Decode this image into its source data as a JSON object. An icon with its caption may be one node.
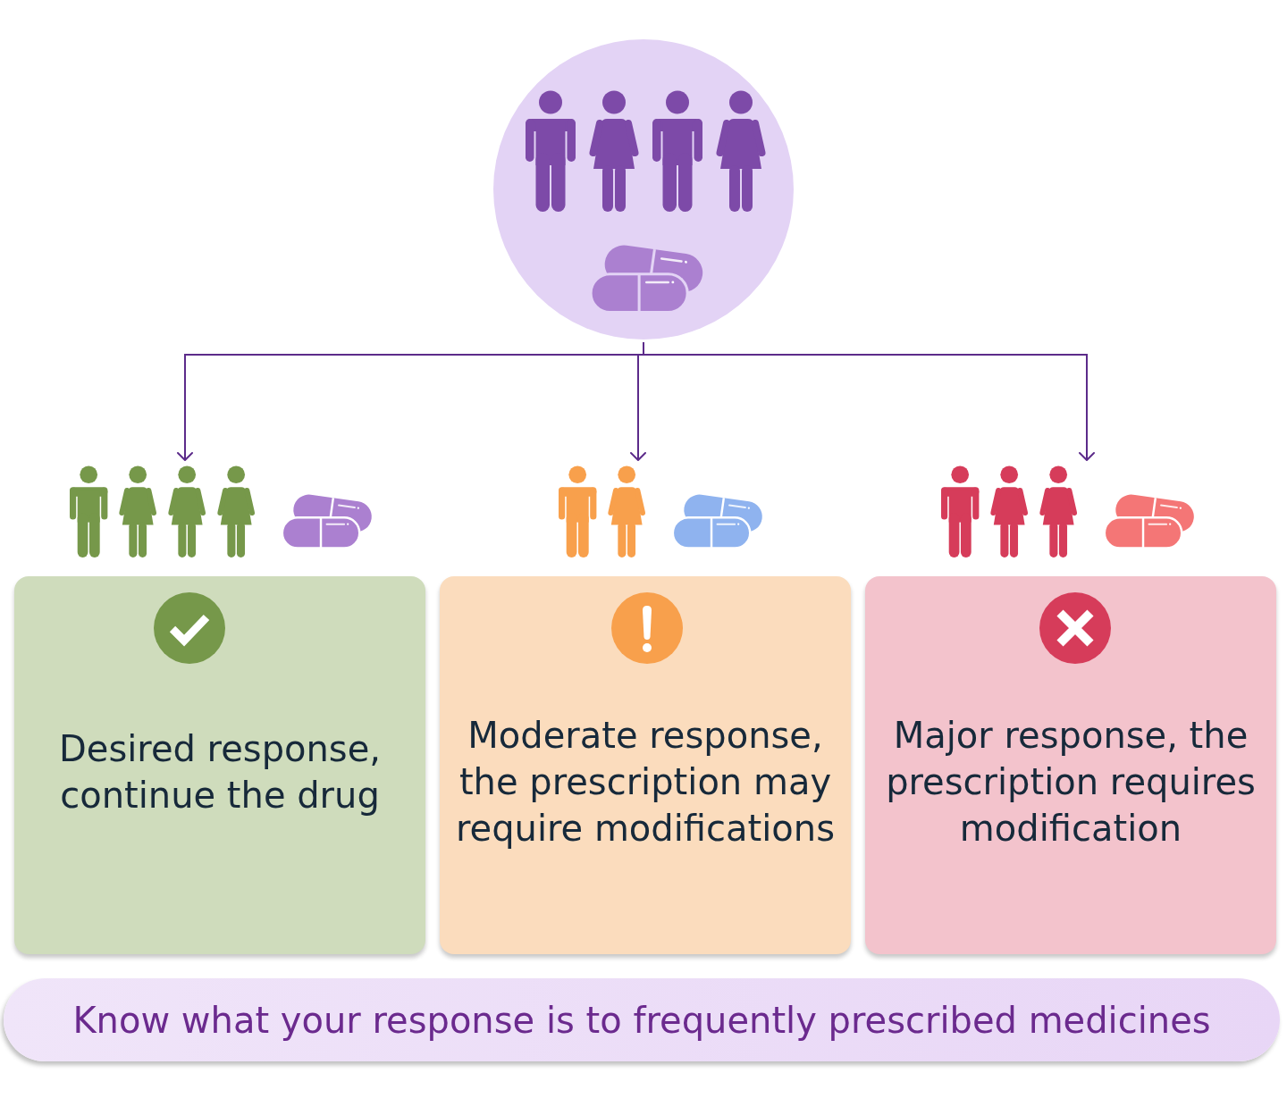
{
  "diagram": {
    "nodes": [
      {
        "text": [],
        "shape": "circle"
      },
      {
        "text": [],
        "shape": "picture"
      },
      {
        "text": [],
        "shape": "picture"
      },
      {
        "text": [],
        "shape": "picture"
      },
      {
        "text": [
          "Desired response, continue the drug"
        ]
      },
      {
        "text": [
          "Moderate response, the prescription may require modifications"
        ]
      },
      {
        "text": [
          "Major response, the prescription requires modification"
        ]
      },
      {
        "text": [
          "Know what your response is to frequently prescribed medicines"
        ]
      }
    ],
    "edges": [
      {
        "from": 0,
        "to": 1,
        "arrow": "to"
      },
      {
        "from": 0,
        "to": 2,
        "arrow": "to"
      },
      {
        "from": 0,
        "to": 3,
        "arrow": "to"
      }
    ]
  }
}
